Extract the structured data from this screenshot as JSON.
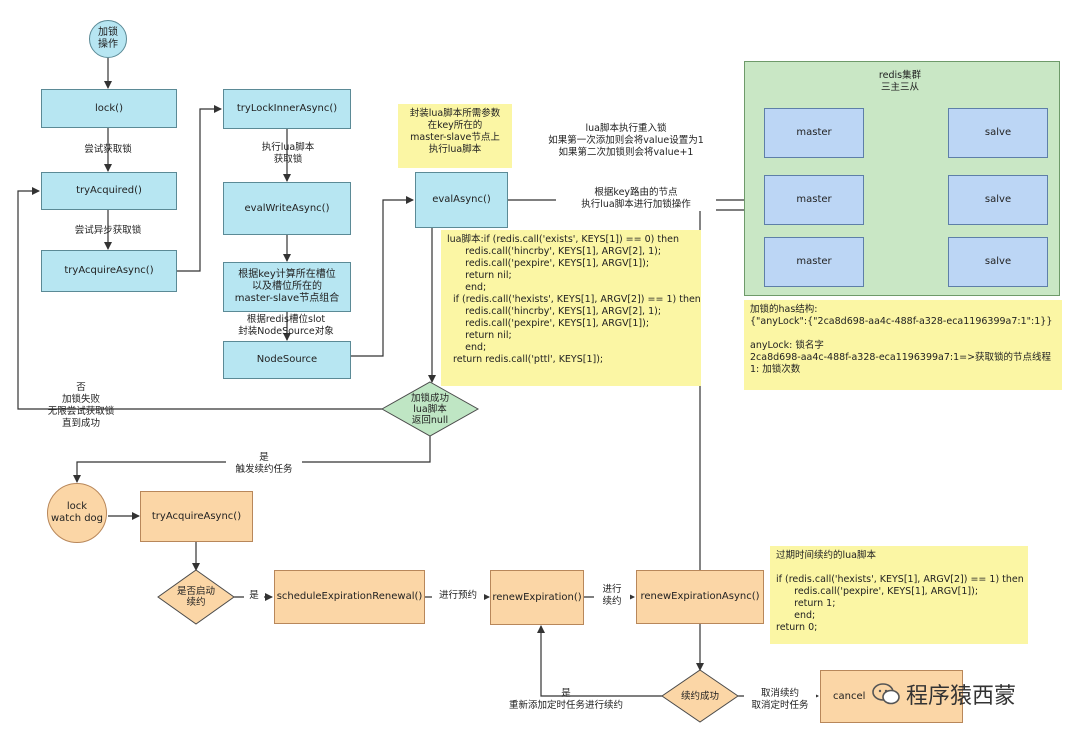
{
  "nodes": {
    "start": "加锁\n操作",
    "lock": "lock()",
    "tryAcquired": "tryAcquired()",
    "tryAcquireAsync": "tryAcquireAsync()",
    "tryLockInnerAsync": "tryLockInnerAsync()",
    "evalWriteAsync": "evalWriteAsync()",
    "calcSlot": "根据key计算所在槽位\n以及槽位所在的\nmaster-slave节点组合",
    "nodeSource": "NodeSource",
    "evalAsync": "evalAsync()",
    "lockSuccess": "加锁成功\nlua脚本\n返回null",
    "watchDog": "lock\nwatch dog",
    "tryAcquireAsync2": "tryAcquireAsync()",
    "enableRenew": "是否启动\n续约",
    "scheduleExpirationRenewal": "scheduleExpirationRenewal()",
    "renewExpiration": "renewExpiration()",
    "renewExpirationAsync": "renewExpirationAsync()",
    "renewSuccess": "续约成功",
    "cancel": "cancel"
  },
  "labels": {
    "tryGetLock": "尝试获取锁",
    "tryAsyncGetLock": "尝试异步获取锁",
    "execLua": "执行lua脚本\n获取锁",
    "slotWrap": "根据redis槽位slot\n封装NodeSource对象",
    "fail": "否\n加锁失败\n无限尝试获取锁\n直到成功",
    "yesRenew": "是\n触发续约任务",
    "yes2": "是",
    "doRenew": "进行预约",
    "doRenew2": "进行\n续约",
    "reAdd": "是\n重新添加定时任务进行续约",
    "cancelRenew": "取消续约\n取消定时任务",
    "routeNode": "根据key路由的节点\n执行lua脚本进行加锁操作",
    "reentrant": "lua脚本执行重入锁\n如果第一次添加则会将value设置为1\n如果第二次加锁则会将value+1"
  },
  "notes": {
    "params": "封装lua脚本所需参数\n在key所在的\nmaster-slave节点上\n执行lua脚本",
    "luaLock": "lua脚本:if (redis.call('exists', KEYS[1]) == 0) then\n      redis.call('hincrby', KEYS[1], ARGV[2], 1);\n      redis.call('pexpire', KEYS[1], ARGV[1]);\n      return nil;\n      end;\n  if (redis.call('hexists', KEYS[1], ARGV[2]) == 1) then\n      redis.call('hincrby', KEYS[1], ARGV[2], 1);\n      redis.call('pexpire', KEYS[1], ARGV[1]);\n      return nil;\n      end;\n  return redis.call('pttl', KEYS[1]);",
    "hashStruct": "加锁的has结构:\n{\"anyLock\":{\"2ca8d698-aa4c-488f-a328-eca1196399a7:1\":1}}\n\nanyLock: 锁名字\n2ca8d698-aa4c-488f-a328-eca1196399a7:1=>获取锁的节点线程\n1: 加锁次数",
    "renewLua": "过期时间续约的lua脚本\n\nif (redis.call('hexists', KEYS[1], ARGV[2]) == 1) then\n      redis.call('pexpire', KEYS[1], ARGV[1]);\n      return 1;\n      end;\nreturn 0;"
  },
  "cluster": {
    "title": "redis集群\n三主三从",
    "master": "master",
    "slave": "salve"
  },
  "watermark": "程序猿西蒙",
  "colors": {
    "blue": "#b7e6f2",
    "peach": "#fbd6a6",
    "note": "#fbf6a4",
    "cluster": "#c9e7c5",
    "startDiamond": "#bfe6c4"
  }
}
